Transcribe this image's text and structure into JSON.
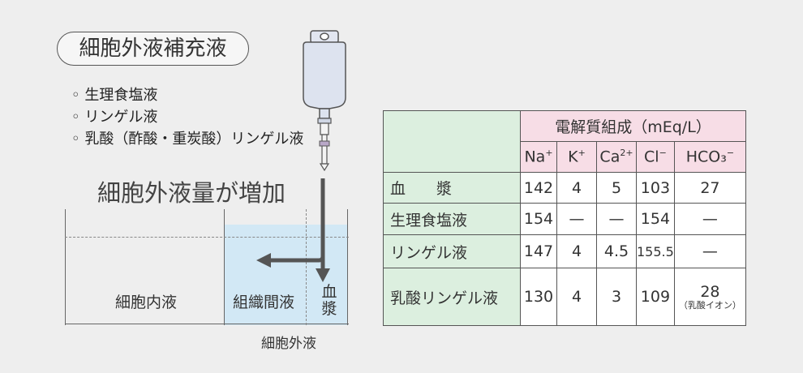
{
  "title": "細胞外液補充液",
  "bullets": [
    "生理食塩液",
    "リンゲル液",
    "乳酸（酢酸・重炭酸）リンゲル液"
  ],
  "increase_label": "細胞外液量が増加",
  "diagram": {
    "icf": "細胞内液",
    "isf": "組織間液",
    "plasma": "血漿",
    "ecf": "細胞外液"
  },
  "table": {
    "group_header": "電解質組成（mEq/L）",
    "ions": [
      {
        "base": "Na",
        "sup": "+"
      },
      {
        "base": "K",
        "sup": "+"
      },
      {
        "base": "Ca",
        "sup": "2+"
      },
      {
        "base": "Cl",
        "sup": "−"
      },
      {
        "base": "HCO₃",
        "sup": "−"
      }
    ],
    "rows": [
      {
        "label": "血　　漿",
        "values": [
          "142",
          "4",
          "5",
          "103",
          "27"
        ]
      },
      {
        "label": "生理食塩液",
        "values": [
          "154",
          "—",
          "—",
          "154",
          "—"
        ]
      },
      {
        "label": "リンゲル液",
        "values": [
          "147",
          "4",
          "4.5",
          "155.5",
          "—"
        ]
      },
      {
        "label": "乳酸リンゲル液",
        "values": [
          "130",
          "4",
          "3",
          "109",
          "28"
        ],
        "note": "（乳酸イオン）"
      }
    ]
  },
  "colors": {
    "ecf_fill": "#d2e8f5",
    "table_rowhead": "#dcefdf",
    "table_header": "#f7dde6",
    "background": "#eeeeee"
  }
}
